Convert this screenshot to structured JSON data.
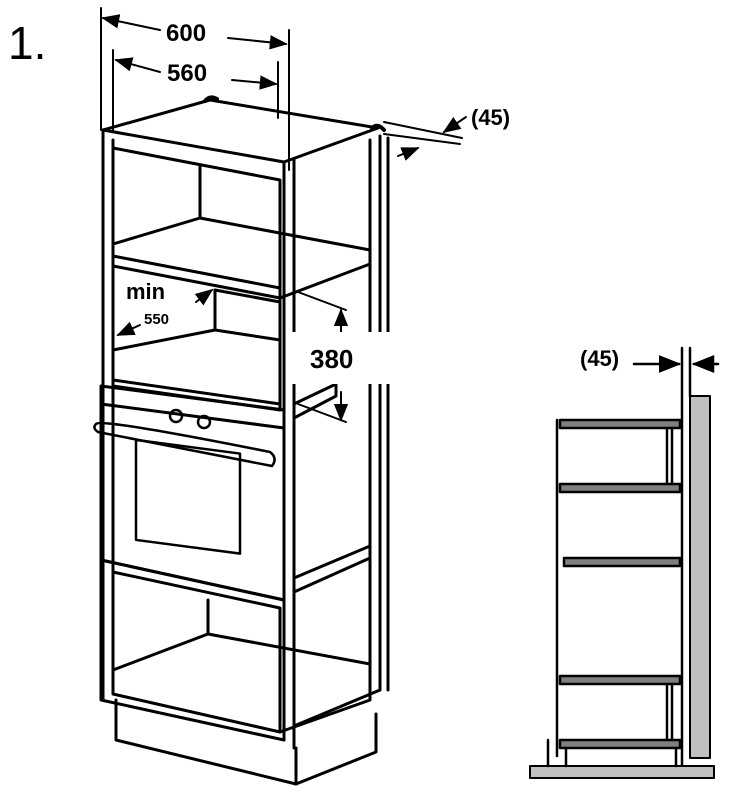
{
  "step_number": "1.",
  "dimensions": {
    "width_outer": "600",
    "width_inner": "560",
    "rear_gap_top": "(45)",
    "min_label": "min",
    "min_value": "550",
    "niche_height": "380",
    "rear_gap_side": "(45)"
  }
}
